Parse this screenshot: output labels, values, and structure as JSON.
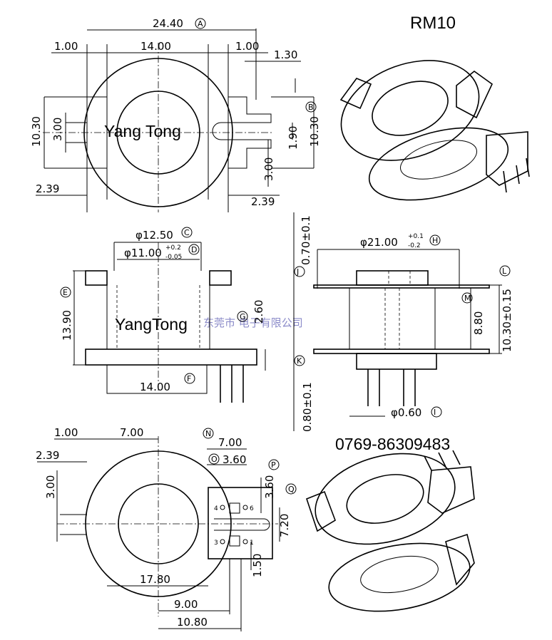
{
  "title": "RM10",
  "brand_top": "Yang Tong",
  "brand_middle": "YangTong",
  "phone": "0769-86309483",
  "watermark": "东莞市 电子有限公司",
  "top_view": {
    "overall_width": "24.40",
    "overall_width_ref": "A",
    "left_margin": "1.00",
    "inner_width": "14.00",
    "right_margin": "1.00",
    "tab_offset": "1.30",
    "height_left": "10.30",
    "slot_left": "3.00",
    "height_right": "10.30",
    "height_right_ref": "B",
    "slot_gap": "1.90",
    "slot_right": "3.00",
    "bottom_left": "2.39",
    "bottom_right": "2.39"
  },
  "side_view_left": {
    "outer_dia": "φ12.50",
    "outer_dia_ref": "C",
    "inner_dia": "φ11.00",
    "inner_dia_tol_upper": "+0.2",
    "inner_dia_tol_lower": "-0.05",
    "inner_dia_ref": "D",
    "height": "13.90",
    "height_ref": "E",
    "flange": "2.60",
    "flange_ref": "G",
    "base_width": "14.00",
    "base_width_ref": "F"
  },
  "side_view_right": {
    "top_thickness": "0.70±0.1",
    "top_thickness_ref": "J",
    "flange_dia": "φ21.00",
    "flange_dia_tol_upper": "+0.1",
    "flange_dia_tol_lower": "-0.2",
    "flange_dia_ref": "H",
    "total_height": "10.30±0.15",
    "total_height_ref": "L",
    "winding_height": "8.80",
    "winding_height_ref": "M",
    "bottom_thickness": "0.80±0.1",
    "bottom_thickness_ref": "K",
    "pin_dia": "φ0.60",
    "pin_dia_ref": "I"
  },
  "bottom_view": {
    "left_margin": "1.00",
    "half_width": "7.00",
    "offset": "2.39",
    "slot": "3.00",
    "pin_pitch_x": "7.00",
    "pin_pitch_x_ref": "N",
    "pin_spacing": "3.60",
    "pin_spacing_ref": "O",
    "pin_row_offset": "3.60",
    "pin_row_offset_ref": "P",
    "pin_pitch_y": "7.20",
    "pin_pitch_y_ref": "Q",
    "pin_edge": "1.50",
    "span_17": "17.80",
    "span_9": "9.00",
    "span_10": "10.80",
    "pin_labels": [
      "4",
      "6",
      "3",
      "1"
    ]
  }
}
